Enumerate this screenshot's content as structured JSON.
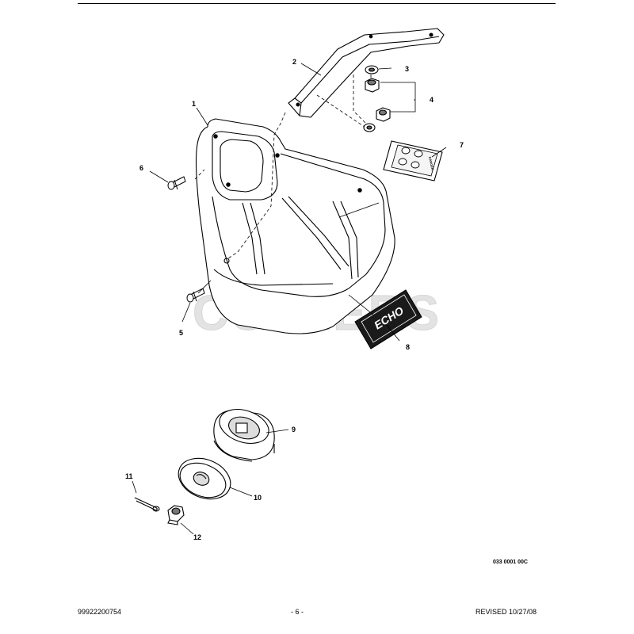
{
  "watermark": "CUTLERS",
  "callouts": [
    "1",
    "2",
    "3",
    "4",
    "5",
    "6",
    "7",
    "8",
    "9",
    "10",
    "11",
    "12"
  ],
  "decal_brand": "ECHO",
  "decal_warning": "DANGER",
  "figure_code": "033 0001 00C",
  "footer": {
    "part_number": "99922200754",
    "page": "- 6 -",
    "revised": "REVISED 10/27/08"
  }
}
